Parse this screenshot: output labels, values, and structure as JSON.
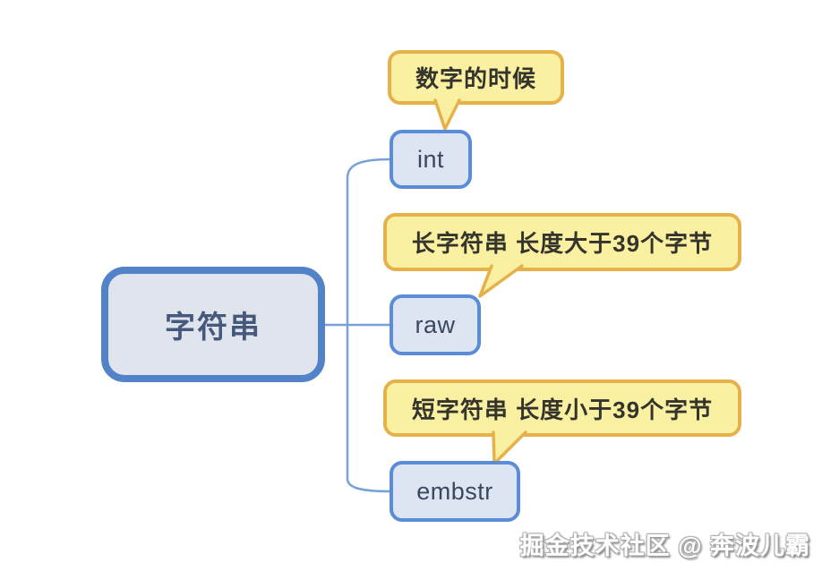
{
  "diagram": {
    "root": {
      "label": "字符串"
    },
    "children": [
      {
        "id": "int",
        "label": "int",
        "note": "数字的时候"
      },
      {
        "id": "raw",
        "label": "raw",
        "note": "长字符串 长度大于39个字节"
      },
      {
        "id": "embstr",
        "label": "embstr",
        "note": "短字符串 长度小于39个字节"
      }
    ]
  },
  "watermark": "掘金技术社区 @ 奔波儿霸",
  "colors": {
    "background": "#ffffff",
    "node_fill": "#dde5f2",
    "node_border": "#5b8cd8",
    "root_fill": "#dfe4ed",
    "root_border": "#5282c8",
    "callout_fill": "#faf0a2",
    "callout_border": "#e6b14a",
    "line": "#7aa0d8",
    "node_text": "#3a4760",
    "root_text": "#46597d",
    "callout_text": "#35342c"
  }
}
